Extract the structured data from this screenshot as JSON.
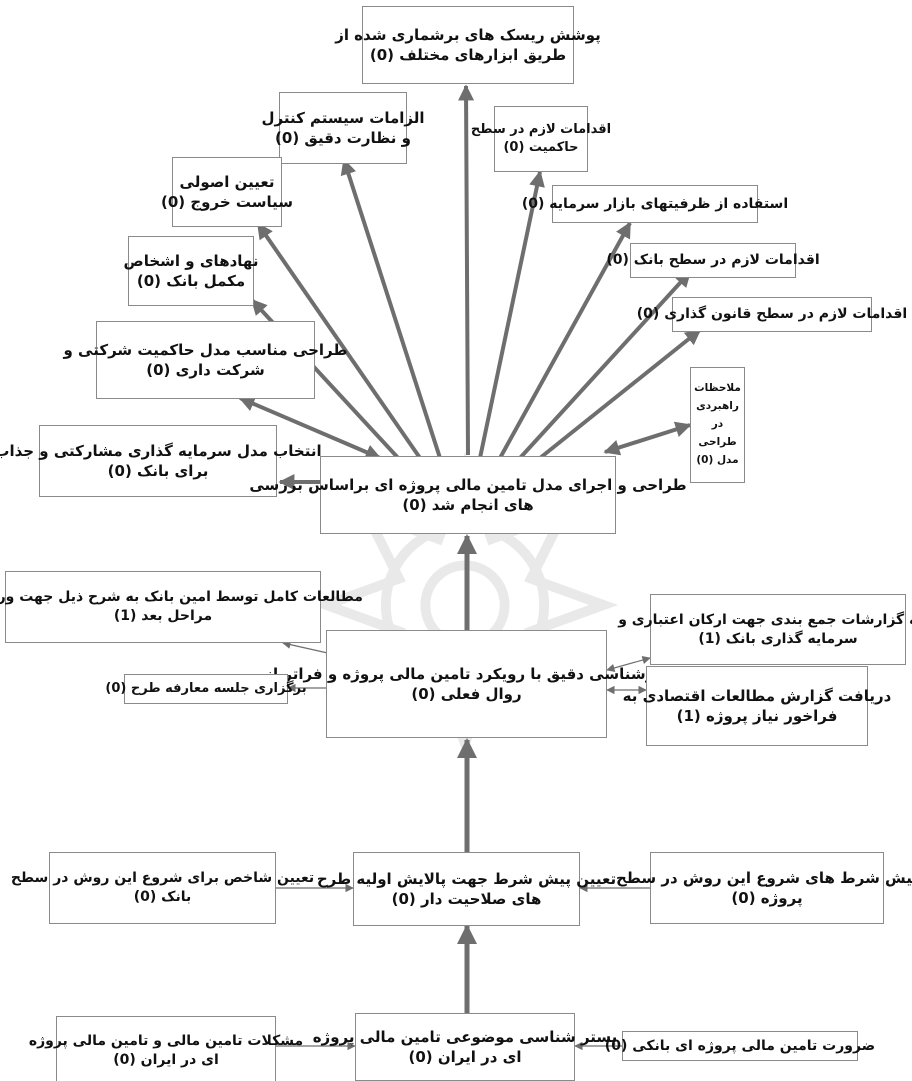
{
  "nodes": {
    "n_risk": {
      "l1": "پوشش ریسک های برشماری شده از",
      "l2": "طریق ابزارهای مختلف (0)"
    },
    "n_supervision": {
      "l1": "الزامات سیستم کنترل",
      "l2": "و نظارت دقیق (0)"
    },
    "n_governance": {
      "l1": "اقدامات لازم در سطح",
      "l2": "حاکمیت (0)"
    },
    "n_exit": {
      "l1": "تعیین اصولی",
      "l2": "سیاست خروج (0)"
    },
    "n_capital": {
      "l1": "استفاده از ظرفیتهای بازار سرمایه (0)",
      "l2": ""
    },
    "n_institutions": {
      "l1": "نهادهای و اشخاص",
      "l2": "مکمل بانک (0)"
    },
    "n_bank_level": {
      "l1": "اقدامات لازم در سطح بانک (0)",
      "l2": ""
    },
    "n_legislation": {
      "l1": "اقدامات لازم در سطح قانون گذاری (0)",
      "l2": ""
    },
    "n_corp_gov": {
      "l1": "طراحی مناسب مدل حاکمیت شرکتی و",
      "l2": "شرکت داری (0)"
    },
    "n_strategic": {
      "l1": "ملاحظات راهبردی در طراحی مدل (0)",
      "l2": ""
    },
    "n_investment": {
      "l1": "انتخاب مدل سرمایه گذاری مشارکتی و جذاب",
      "l2": "برای بانک (0)"
    },
    "n_design": {
      "l1": "طراحی و اجرای مدل تامین مالی پروژه ای براساس بررسی",
      "l2": "های انجام شد (0)"
    },
    "n_study": {
      "l1": "مطالعات کامل توسط امین بانک به شرح ذیل جهت ورود به",
      "l2": "مراحل بعد (1)"
    },
    "n_reports": {
      "l1": "تهیه گزارشات جمع بندی جهت ارکان اعتباری و",
      "l2": "سرمایه گذاری بانک (1)"
    },
    "n_expert": {
      "l1": "کارشناسی دقیق با رویکرد تامین مالی پروژه و فراتر از",
      "l2": "روال فعلی (0)"
    },
    "n_meeting": {
      "l1": "برگزاری جلسه معارفه طرح (0)",
      "l2": ""
    },
    "n_econ": {
      "l1": "دریافت گزارش مطالعات اقتصادی به",
      "l2": "فراخور نیاز پروژه (1)"
    },
    "n_indicator": {
      "l1": "تعیین شاخص برای شروع این روش در سطح",
      "l2": "بانک (0)"
    },
    "n_prereq": {
      "l1": "تعیین پیش شرط جهت پالایش اولیه طرح",
      "l2": "های صلاحیت دار (0)"
    },
    "n_project_pre": {
      "l1": "پیش شرط های شروع این روش در سطح",
      "l2": "پروژه (0)"
    },
    "n_problems": {
      "l1": "مشکلات تامین مالی و تامین مالی پروژه",
      "l2": "ای در ایران (0)"
    },
    "n_context": {
      "l1": "بستر شناسی موضوعی تامین مالی پروژه",
      "l2": "ای در ایران (0)"
    },
    "n_necessity": {
      "l1": "ضرورت تامین مالی پروژه ای بانکی (0)",
      "l2": ""
    }
  },
  "colors": {
    "edge": "#6e6e6e",
    "border": "#8a8a8a",
    "text": "#111111"
  }
}
